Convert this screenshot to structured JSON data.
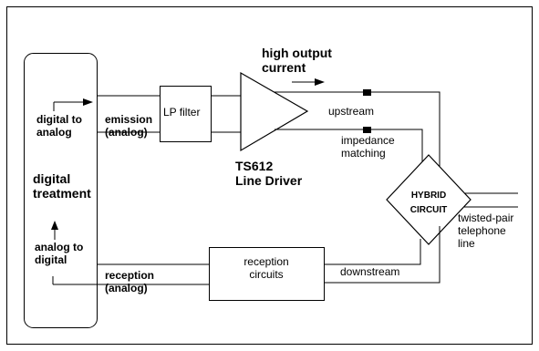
{
  "labels": {
    "high_output_current": "high output\ncurrent",
    "digital_to_analog": "digital to\nanalog",
    "emission_analog": "emission\n(analog)",
    "lp_filter": "LP filter",
    "upstream": "upstream",
    "impedance_matching": "impedance\nmatching",
    "ts612_line_driver": "TS612\nLine Driver",
    "digital_treatment": "digital\ntreatment",
    "hybrid": "HYBRID",
    "circuit": "CIRCUIT",
    "twisted_pair": "twisted-pair\ntelephone\nline",
    "analog_to_digital": "analog to\ndigital",
    "reception_circuits": "reception\ncircuits",
    "downstream": "downstream",
    "reception_analog": "reception\n(analog)"
  }
}
